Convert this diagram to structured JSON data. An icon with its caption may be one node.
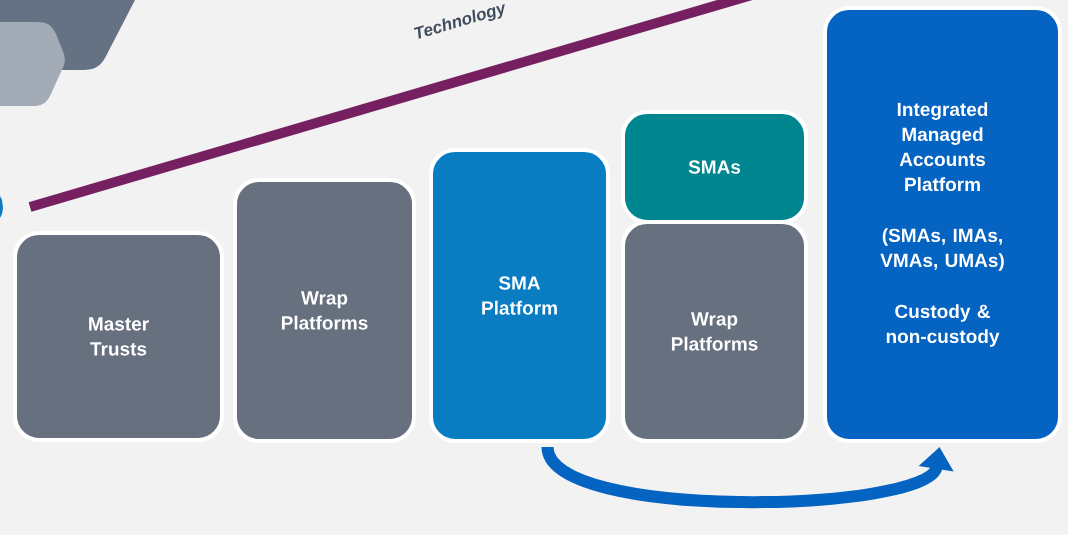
{
  "diagram": {
    "nodes": [
      {
        "text": [
          "Master Trusts"
        ]
      },
      {
        "text": [
          "Wrap Platforms"
        ]
      },
      {
        "text": [
          "SMA Platform"
        ]
      },
      {
        "text": [
          "SMAs"
        ]
      },
      {
        "text": [
          "Wrap Platforms"
        ]
      },
      {
        "text": [
          "Integrated Managed Accounts Platform",
          "(SMAs, IMAs, VMAs, UMAs)",
          "Custody & non-custody"
        ]
      }
    ],
    "edges": [
      {
        "from": 2,
        "to": 5,
        "arrow": "to",
        "color": "#0563c1"
      }
    ],
    "labels": [
      "Technology"
    ]
  }
}
